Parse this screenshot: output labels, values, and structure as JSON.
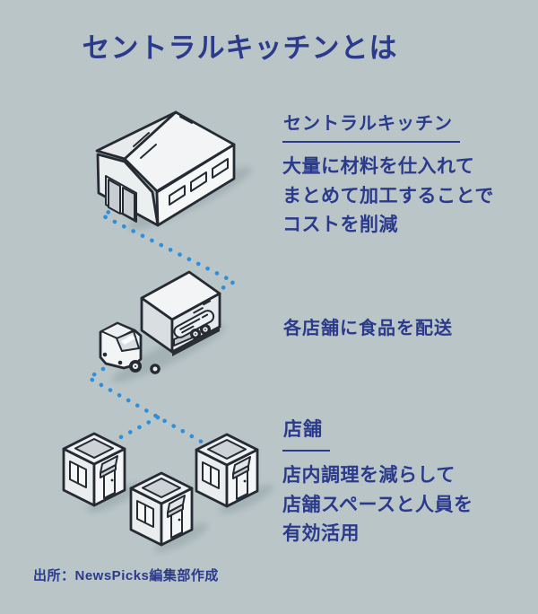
{
  "title": "セントラルキッチンとは",
  "sections": [
    {
      "id": "central-kitchen",
      "heading": "セントラルキッチン",
      "lines": [
        "大量に材料を仕入れて",
        "まとめて加工することで",
        "コストを削減"
      ]
    },
    {
      "id": "delivery",
      "heading": "",
      "lines": [
        "各店舗に食品を配送"
      ]
    },
    {
      "id": "store",
      "heading": "店舗",
      "lines": [
        "店内調理を減らして",
        "店舗スペースと人員を",
        "有効活用"
      ]
    }
  ],
  "source": "出所：NewsPicks編集部作成",
  "icons": {
    "factory": "factory-icon",
    "truck": "delivery-truck-icon",
    "stores": "store-icon"
  },
  "colors": {
    "background": "#b9c5c7",
    "text_navy": "#2b3a8c",
    "dot_blue": "#2f8fdb",
    "outline_dark": "#262b33"
  }
}
